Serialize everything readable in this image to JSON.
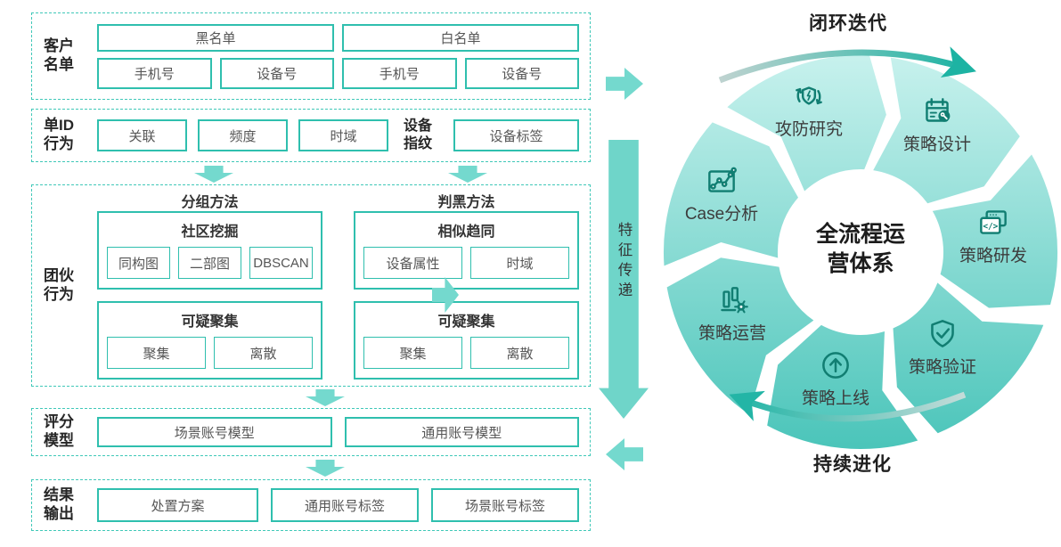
{
  "palette": {
    "accent_border": "#2fbfae",
    "dashed_border": "#40c8b8",
    "arrow_teal": "#74d9ce",
    "icon_teal": "#117e72",
    "ring_light": "#c9f2ee",
    "ring_dark": "#4ac4ba",
    "text_dark": "#262626",
    "text_box": "#565656"
  },
  "flow": {
    "customer_list": {
      "label": "客户\n名单",
      "blacklist": "黑名单",
      "whitelist": "白名单",
      "items": [
        "手机号",
        "设备号",
        "手机号",
        "设备号"
      ]
    },
    "single_id": {
      "label": "单ID\n行为",
      "items": [
        "关联",
        "频度",
        "时域"
      ],
      "fingerprint_label": "设备\n指纹",
      "fingerprint_item": "设备标签"
    },
    "group_behavior": {
      "label": "团伙\n行为",
      "left_header": "分组方法",
      "right_header": "判黑方法",
      "community": {
        "title": "社区挖掘",
        "items": [
          "同构图",
          "二部图",
          "DBSCAN"
        ]
      },
      "suspicious_left": {
        "title": "可疑聚集",
        "items": [
          "聚集",
          "离散"
        ]
      },
      "similar": {
        "title": "相似趋同",
        "items": [
          "设备属性",
          "时域"
        ]
      },
      "suspicious_right": {
        "title": "可疑聚集",
        "items": [
          "聚集",
          "离散"
        ]
      }
    },
    "scoring": {
      "label": "评分\n模型",
      "items": [
        "场景账号模型",
        "通用账号模型"
      ]
    },
    "output": {
      "label": "结果\n输出",
      "items": [
        "处置方案",
        "通用账号标签",
        "场景账号标签"
      ]
    }
  },
  "connector": {
    "feature_transfer": "特征传递"
  },
  "cycle": {
    "top_label": "闭环迭代",
    "bottom_label": "持续进化",
    "center_title": "全流程运\n营体系",
    "segments": [
      {
        "label": "攻防研究",
        "icon": "shield-recycle-icon"
      },
      {
        "label": "策略设计",
        "icon": "calendar-wrench-icon"
      },
      {
        "label": "策略研发",
        "icon": "code-window-icon"
      },
      {
        "label": "策略验证",
        "icon": "shield-check-icon"
      },
      {
        "label": "策略上线",
        "icon": "arrow-up-circle-icon"
      },
      {
        "label": "策略运营",
        "icon": "bar-chart-gear-icon"
      },
      {
        "label": "Case分析",
        "icon": "line-chart-icon"
      }
    ]
  }
}
